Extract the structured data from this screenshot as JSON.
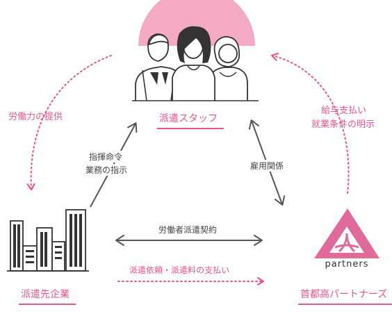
{
  "nodes": {
    "staff": {
      "label": "派遣スタッフ"
    },
    "client": {
      "label": "派遣先企業"
    },
    "agency": {
      "label": "首都高パートナーズ",
      "logo_text": "partners"
    }
  },
  "relations": {
    "labor_provision": "労働力の提供",
    "instruction_line1": "指揮命令",
    "instruction_line2": "業務の指示",
    "employment": "雇用関係",
    "salary_line1": "給与支払い",
    "salary_line2": "就業条件の明示",
    "dispatch_contract": "労働者派遣契約",
    "request_payment": "派遣依頼・派遣料の支払い"
  },
  "colors": {
    "accent": "#e8558a",
    "circle": "#f4a9c4",
    "logo": "#e06a9a",
    "gray_arrow": "#555555",
    "building": "#333333"
  },
  "icons": [
    "staff-group-icon",
    "buildings-icon",
    "partners-logo-icon"
  ]
}
